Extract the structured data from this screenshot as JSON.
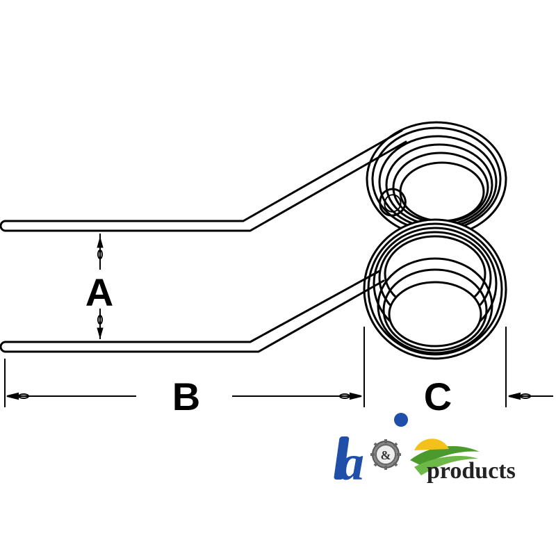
{
  "diagram": {
    "labels": {
      "a": "A",
      "b": "B",
      "c": "C"
    }
  },
  "logo": {
    "brand_letters": "a&i",
    "ampersand": "&",
    "wordmark": "products"
  },
  "colors": {
    "line": "#000000",
    "background": "#ffffff",
    "brand_blue": "#1f4fa8",
    "brand_green": "#4a9a2e",
    "brand_yellow": "#f2c21b"
  }
}
